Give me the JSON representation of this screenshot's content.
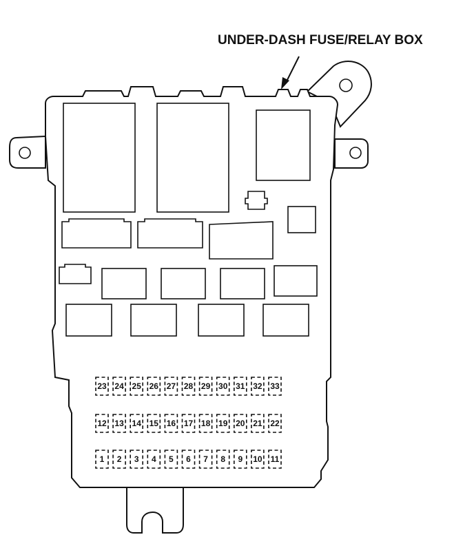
{
  "title": "UNDER-DASH FUSE/RELAY BOX",
  "fuses": {
    "row_top": [
      "23",
      "24",
      "25",
      "26",
      "27",
      "28",
      "29",
      "30",
      "31",
      "32",
      "33"
    ],
    "row_middle": [
      "12",
      "13",
      "14",
      "15",
      "16",
      "17",
      "18",
      "19",
      "20",
      "21",
      "22"
    ],
    "row_bottom": [
      "1",
      "2",
      "3",
      "4",
      "5",
      "6",
      "7",
      "8",
      "9",
      "10",
      "11"
    ]
  }
}
